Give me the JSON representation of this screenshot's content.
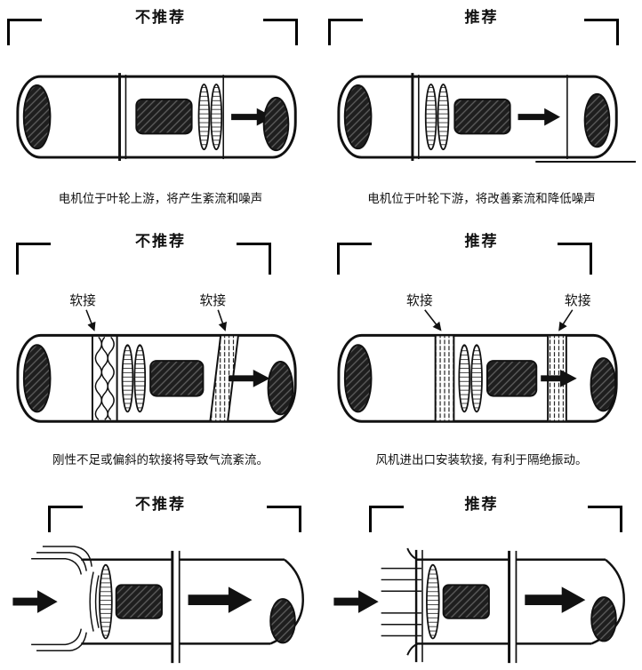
{
  "colors": {
    "background": "#ffffff",
    "ink": "#111111"
  },
  "panels": [
    {
      "title": "不推荐",
      "caption": "电机位于叶轮上游，将产生紊流和噪声"
    },
    {
      "title": "推荐",
      "caption": "电机位于叶轮下游，将改善紊流和降低噪声"
    },
    {
      "title": "不推荐",
      "label_left": "软接",
      "label_right": "软接",
      "caption": "刚性不足或偏斜的软接将导致气流紊流。"
    },
    {
      "title": "推荐",
      "label_left": "软接",
      "label_right": "软接",
      "caption": "风机进出口安装软接, 有利于隔绝振动。"
    },
    {
      "title": "不推荐"
    },
    {
      "title": "推荐"
    }
  ]
}
